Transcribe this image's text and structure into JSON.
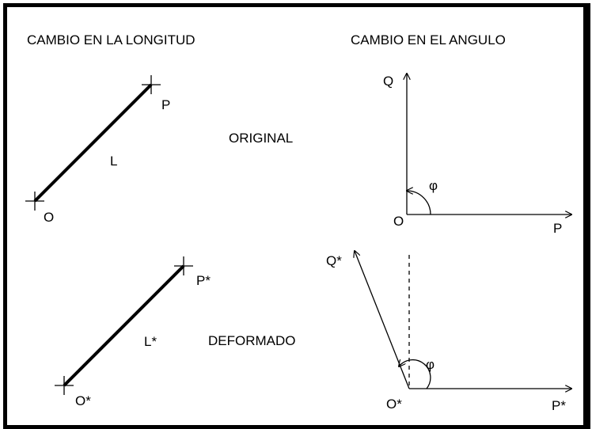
{
  "headings": {
    "length_change": "CAMBIO EN LA LONGITUD",
    "angle_change": "CAMBIO EN EL ANGULO"
  },
  "states": {
    "original": "ORIGINAL",
    "deformed": "DEFORMADO"
  },
  "length_original": {
    "start_point": "O",
    "end_point": "P",
    "length": "L"
  },
  "length_deformed": {
    "start_point": "O*",
    "end_point": "P*",
    "length": "L*"
  },
  "angle_original": {
    "origin": "O",
    "axis_horizontal": "P",
    "axis_vertical": "Q",
    "angle": "φ"
  },
  "angle_deformed": {
    "origin": "O*",
    "axis_horizontal": "P*",
    "axis_vertical": "Q*",
    "angle": "φ"
  },
  "colors": {
    "stroke": "#000000",
    "background": "#ffffff"
  }
}
